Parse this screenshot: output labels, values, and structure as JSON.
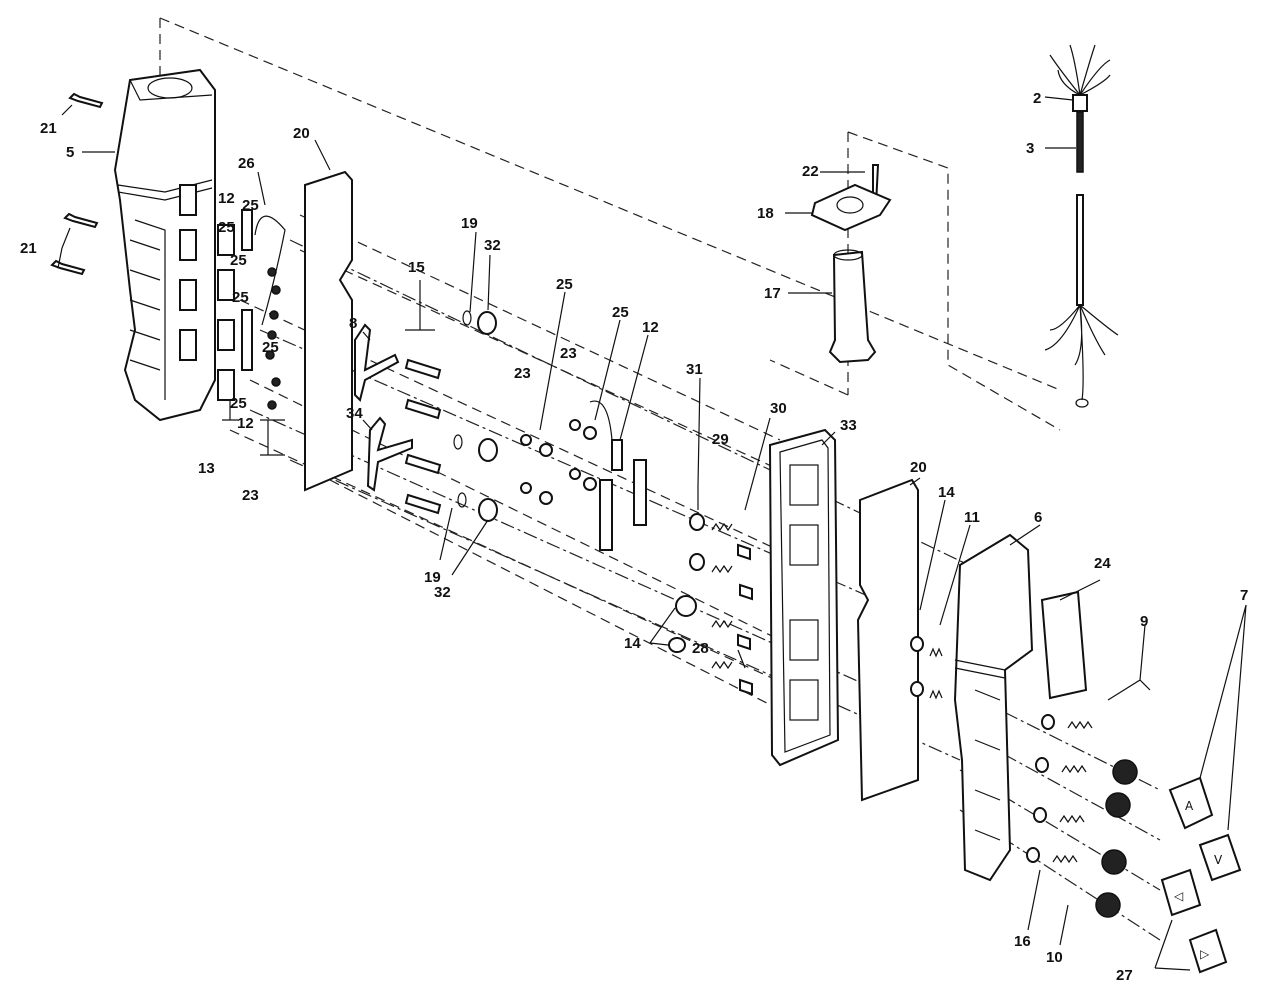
{
  "callouts": [
    {
      "id": "c21a",
      "text": "21"
    },
    {
      "id": "c5",
      "text": "5"
    },
    {
      "id": "c26",
      "text": "26"
    },
    {
      "id": "c12a",
      "text": "12"
    },
    {
      "id": "c25a",
      "text": "25"
    },
    {
      "id": "c25b",
      "text": "25"
    },
    {
      "id": "c25c",
      "text": "25"
    },
    {
      "id": "c25d",
      "text": "25"
    },
    {
      "id": "c25e",
      "text": "25"
    },
    {
      "id": "c25f",
      "text": "25"
    },
    {
      "id": "c21b",
      "text": "21"
    },
    {
      "id": "c12b",
      "text": "12"
    },
    {
      "id": "c13",
      "text": "13"
    },
    {
      "id": "c23a",
      "text": "23"
    },
    {
      "id": "c20a",
      "text": "20"
    },
    {
      "id": "c15",
      "text": "15"
    },
    {
      "id": "c8",
      "text": "8"
    },
    {
      "id": "c34",
      "text": "34"
    },
    {
      "id": "c19a",
      "text": "19"
    },
    {
      "id": "c32a",
      "text": "32"
    },
    {
      "id": "c19b",
      "text": "19"
    },
    {
      "id": "c32b",
      "text": "32"
    },
    {
      "id": "c25g",
      "text": "25"
    },
    {
      "id": "c25h",
      "text": "25"
    },
    {
      "id": "c12c",
      "text": "12"
    },
    {
      "id": "c23b",
      "text": "23"
    },
    {
      "id": "c23c",
      "text": "23"
    },
    {
      "id": "c31",
      "text": "31"
    },
    {
      "id": "c30",
      "text": "30"
    },
    {
      "id": "c29",
      "text": "29"
    },
    {
      "id": "c33",
      "text": "33"
    },
    {
      "id": "c22",
      "text": "22"
    },
    {
      "id": "c18",
      "text": "18"
    },
    {
      "id": "c17",
      "text": "17"
    },
    {
      "id": "c2",
      "text": "2"
    },
    {
      "id": "c3",
      "text": "3"
    },
    {
      "id": "c20b",
      "text": "20"
    },
    {
      "id": "c14a",
      "text": "14"
    },
    {
      "id": "c11",
      "text": "11"
    },
    {
      "id": "c6",
      "text": "6"
    },
    {
      "id": "c24",
      "text": "24"
    },
    {
      "id": "c9",
      "text": "9"
    },
    {
      "id": "c7",
      "text": "7"
    },
    {
      "id": "c14b",
      "text": "14"
    },
    {
      "id": "c28",
      "text": "28"
    },
    {
      "id": "c16",
      "text": "16"
    },
    {
      "id": "c10",
      "text": "10"
    },
    {
      "id": "c27",
      "text": "27"
    }
  ],
  "buttons": [
    {
      "id": "btn-up",
      "glyph": "A"
    },
    {
      "id": "btn-down",
      "glyph": "V"
    },
    {
      "id": "btn-left",
      "glyph": "◁"
    },
    {
      "id": "btn-right",
      "glyph": "▷"
    }
  ]
}
